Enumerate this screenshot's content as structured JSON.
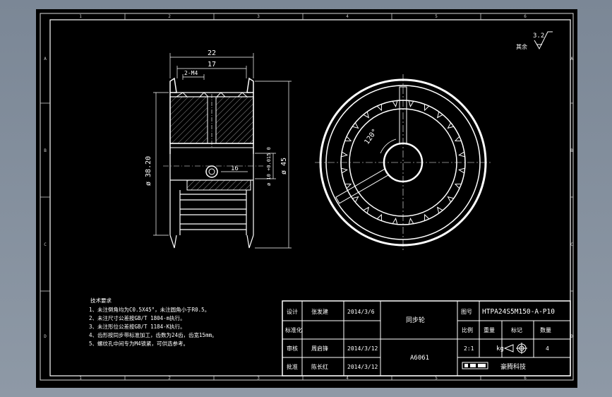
{
  "colors": {
    "background": "#7f8b99",
    "sheet": "#000000",
    "line": "#ffffff",
    "grid": "#e0e0e0",
    "hatch": "#bbbbbb"
  },
  "border": {
    "col_labels": [
      "1",
      "2",
      "3",
      "4",
      "5",
      "6"
    ],
    "row_labels": [
      "A",
      "B",
      "C",
      "D"
    ]
  },
  "roughness": {
    "value": "3.2",
    "label": "其余"
  },
  "section_view": {
    "dimensions": {
      "overall_width": "22",
      "hub_width": "17",
      "thread": "2-M4",
      "outer_diameter": "ø 38.20",
      "keyway_width": "16",
      "bore": "ø 10 +0.015 0",
      "flange_diameter": "ø 45"
    }
  },
  "front_view": {
    "angle": "120°"
  },
  "notes": {
    "title": "技术要求",
    "items": [
      "1、未注倒角均为C0.5X45°，未注圆角小于R0.5。",
      "2、未注尺寸公差按GB/T 1804-m执行。",
      "3、未注形位公差按GB/T 1184-K执行。",
      "4、齿形按同步带标准加工，齿数为24齿，齿宽15mm。",
      "5、螺纹孔中间专为M4锁紧，可供选参考。"
    ]
  },
  "title_block": {
    "rows": [
      {
        "role": "设计",
        "name": "张发建",
        "date": "2014/3/6"
      },
      {
        "role": "标准化",
        "name": "",
        "date": ""
      },
      {
        "role": "审核",
        "name": "周启锋",
        "date": "2014/3/12"
      },
      {
        "role": "批准",
        "name": "陈长红",
        "date": "2014/3/12"
      }
    ],
    "part_name": "同步轮",
    "material": "A6061",
    "drawing_no_label": "图号",
    "drawing_no": "HTPA24S5M150-A-P10",
    "headers": [
      "比例",
      "重量",
      "标记",
      "数量"
    ],
    "scale": "2:1",
    "weight_unit": "kg",
    "quantity": "4",
    "company": "豪腾科技"
  }
}
